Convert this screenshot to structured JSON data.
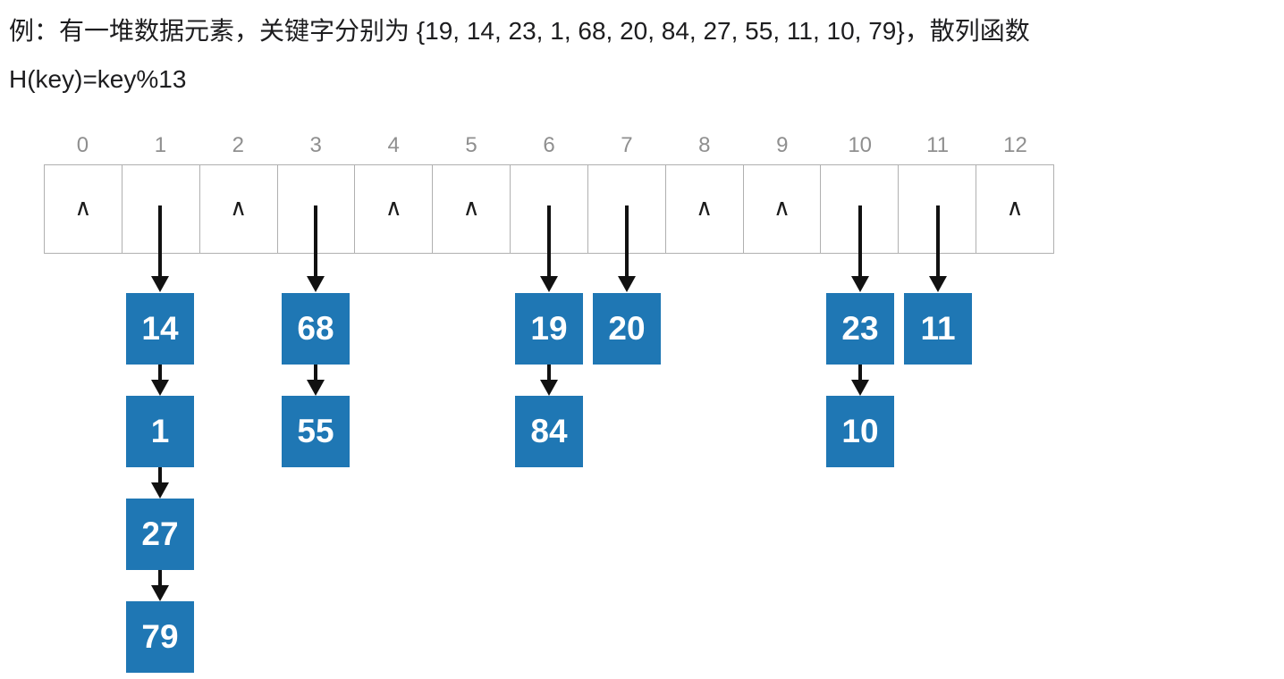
{
  "title": {
    "line1": "例：有一堆数据元素，关键字分别为 {19, 14, 23, 1, 68, 20, 84, 27, 55, 11, 10, 79}，散列函数",
    "line2": "H(key)=key%13"
  },
  "hash_table": {
    "size": 13,
    "empty_marker": "∧",
    "slots": [
      {
        "index": "0",
        "state": "empty"
      },
      {
        "index": "1",
        "state": "chain",
        "chain": [
          "14",
          "1",
          "27",
          "79"
        ]
      },
      {
        "index": "2",
        "state": "empty"
      },
      {
        "index": "3",
        "state": "chain",
        "chain": [
          "68",
          "55"
        ]
      },
      {
        "index": "4",
        "state": "empty"
      },
      {
        "index": "5",
        "state": "empty"
      },
      {
        "index": "6",
        "state": "chain",
        "chain": [
          "19",
          "84"
        ]
      },
      {
        "index": "7",
        "state": "chain",
        "chain": [
          "20"
        ]
      },
      {
        "index": "8",
        "state": "empty"
      },
      {
        "index": "9",
        "state": "empty"
      },
      {
        "index": "10",
        "state": "chain",
        "chain": [
          "23",
          "10"
        ]
      },
      {
        "index": "11",
        "state": "chain",
        "chain": [
          "11"
        ]
      },
      {
        "index": "12",
        "state": "empty"
      }
    ]
  },
  "colors": {
    "node_fill": "#1f77b4",
    "node_text": "#ffffff",
    "index_label": "#8f8f8f",
    "grid_border": "#b0b0b0",
    "arrow": "#111111",
    "title_text": "#1d1d1f"
  }
}
